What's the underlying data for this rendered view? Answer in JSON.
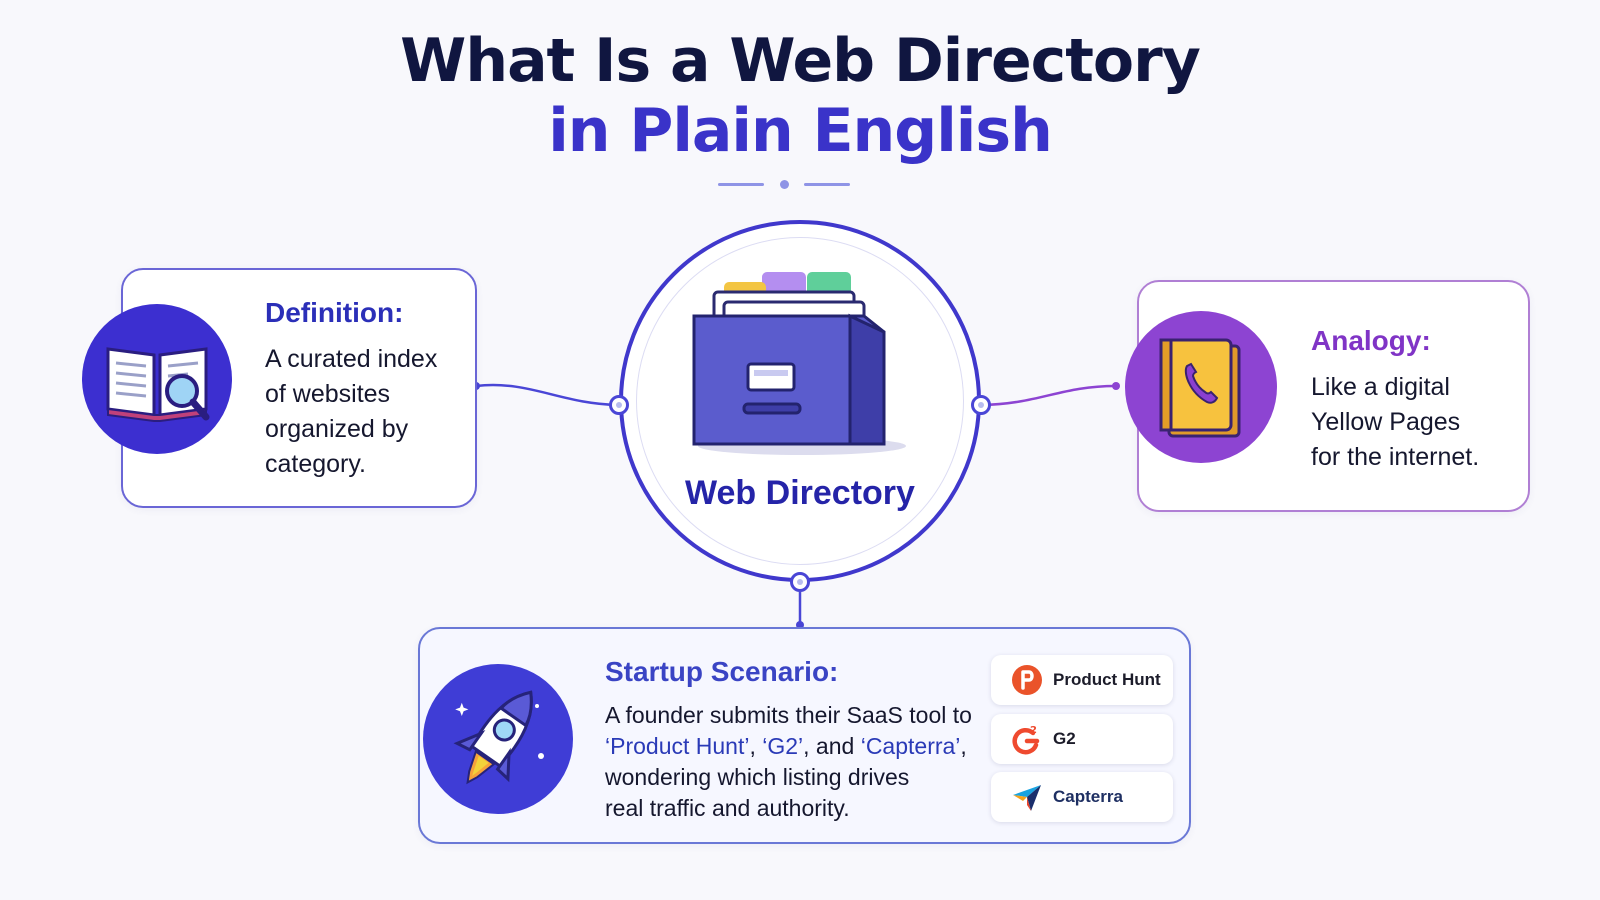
{
  "title": {
    "line1": "What Is a Web Directory",
    "line2": "in Plain English"
  },
  "center": {
    "label": "Web Directory",
    "icon": "file-cabinet-icon"
  },
  "definition": {
    "heading": "Definition:",
    "lines": [
      "A curated index",
      "of websites",
      "organized by",
      "category."
    ],
    "icon": "book-magnifier-icon"
  },
  "analogy": {
    "heading": "Analogy:",
    "lines": [
      "Like a digital",
      "Yellow Pages",
      "for the internet."
    ],
    "icon": "phone-book-icon"
  },
  "startup": {
    "heading": "Startup Scenario:",
    "line1_pre": "A founder submits their SaaS tool to",
    "q1": "‘Product Hunt’",
    "sep1": ", ",
    "q2": "‘G2’",
    "sep2": ", and ",
    "q3": "‘Capterra’",
    "sep3": ",",
    "line3": "wondering which listing drives",
    "line4": "real traffic and authority.",
    "icon": "rocket-icon"
  },
  "platforms": [
    {
      "label": "Product Hunt",
      "icon": "product-hunt-logo"
    },
    {
      "label": "G2",
      "icon": "g2-logo"
    },
    {
      "label": "Capterra",
      "icon": "capterra-logo"
    }
  ],
  "colors": {
    "navy": "#101640",
    "indigo": "#3a33c9",
    "purple": "#8d44d2",
    "background": "#f8f8fc"
  }
}
